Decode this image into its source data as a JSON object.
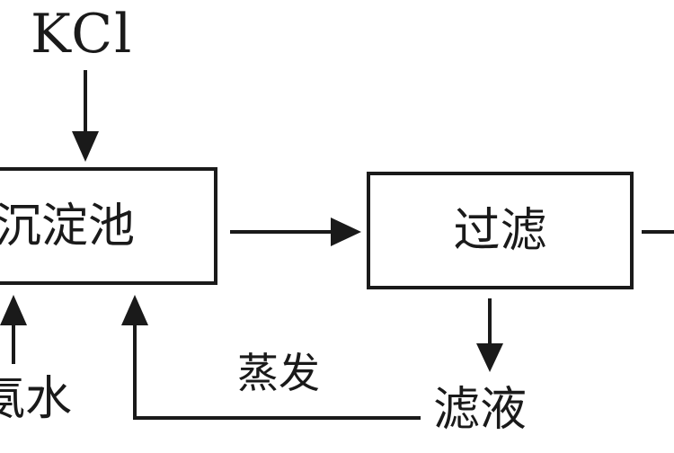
{
  "diagram": {
    "input_reagent": "KCl",
    "nodes": {
      "sedimentation_tank": "沉淀池",
      "filtration": "过滤",
      "filtrate": "滤液"
    },
    "edge_labels": {
      "evaporation": "蒸发"
    },
    "side_input": "氨水",
    "line_color": "#1a1a1a"
  }
}
